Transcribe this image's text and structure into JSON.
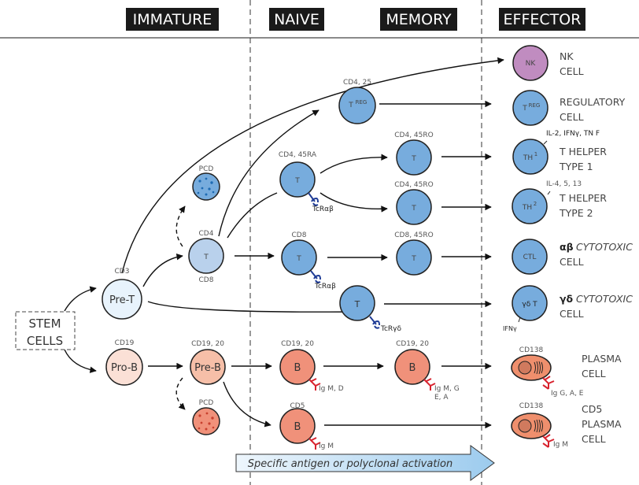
{
  "stages": {
    "immature": "IMMATURE",
    "naive": "NAIVE",
    "memory": "MEMORY",
    "effector": "EFFECTOR"
  },
  "stem": {
    "line1": "STEM",
    "line2": "CELLS"
  },
  "colors": {
    "pre_t": "#e8f3fc",
    "t_immature": "#b9d1ec",
    "t_cell": "#77acdd",
    "nk": "#c08cc0",
    "pro_b": "#fbe0d6",
    "pre_b": "#f6bfa8",
    "b_cell": "#f0917a",
    "plasma": "#ef8f6d",
    "pcd_t_dot": "#1e6bb3",
    "pcd_b_dot": "#c8402e",
    "tcr": "#1f3c96",
    "antibody": "#d8232e",
    "banner_start": "#eef6fc",
    "banner_end": "#9ccbee"
  },
  "cells": {
    "pre_t": {
      "inner": "Pre-T",
      "marker": "CD3"
    },
    "pro_b": {
      "inner": "Pro-B",
      "marker": "CD19"
    },
    "t_immature": {
      "inner": "T",
      "marker_top": "CD4",
      "marker_bottom": "CD8"
    },
    "pcd_t": {
      "marker": "PCD"
    },
    "pre_b": {
      "inner": "Pre-B",
      "marker": "CD19, 20"
    },
    "pcd_b": {
      "marker": "PCD"
    },
    "t_cd4_naive": {
      "inner": "T",
      "marker": "CD4, 45RA",
      "receptor": "TcRαβ"
    },
    "t_cd8_naive": {
      "inner": "T",
      "marker": "CD8",
      "receptor": "TcRαβ"
    },
    "treg_naive": {
      "inner": "T",
      "sup": "REG",
      "marker": "CD4, 25"
    },
    "t_gd": {
      "inner": "T",
      "receptor": "TcRγδ"
    },
    "b_naive": {
      "inner": "B",
      "marker": "CD19, 20",
      "ig": "Ig M, D"
    },
    "b_cd5": {
      "inner": "B",
      "marker": "CD5",
      "ig": "Ig M"
    },
    "t_mem1": {
      "inner": "T",
      "marker": "CD4, 45RO"
    },
    "t_mem2": {
      "inner": "T",
      "marker": "CD4, 45RO"
    },
    "t_mem_cd8": {
      "inner": "T",
      "marker": "CD8, 45RO"
    },
    "b_mem": {
      "inner": "B",
      "marker": "CD19, 20",
      "ig_line1": "Ig M, G",
      "ig_line2": "E, A"
    }
  },
  "effectors": {
    "nk": {
      "inner": "NK",
      "line1": "NK",
      "line2": "CELL"
    },
    "treg": {
      "inner": "T",
      "sup": "REG",
      "line1": "REGULATORY",
      "line2": "CELL"
    },
    "th1": {
      "inner": "TH",
      "sup": "1",
      "line1": "T HELPER",
      "line2": "TYPE 1",
      "cytokines": "IL-2, IFNγ, TN F"
    },
    "th2": {
      "inner": "TH",
      "sup": "2",
      "line1": "T HELPER",
      "line2": "TYPE 2",
      "cytokines": "IL-4, 5, 13"
    },
    "ctl": {
      "inner": "CTL",
      "line1_greek": "αβ",
      "line1": "CYTOTOXIC",
      "line2": "CELL"
    },
    "gd": {
      "inner": "γδ T",
      "line1_greek": "γδ",
      "line1": "CYTOTOXIC",
      "line2": "CELL",
      "cytokines": "IFNγ"
    },
    "plasma": {
      "marker": "CD138",
      "line1": "PLASMA",
      "line2": "CELL",
      "ig": "Ig G, A, E"
    },
    "cd5_plasma": {
      "marker": "CD138",
      "line1": "CD5",
      "line2": "PLASMA",
      "line3": "CELL",
      "ig": "Ig M"
    }
  },
  "banner": {
    "text": "Specific antigen or polyclonal activation"
  }
}
